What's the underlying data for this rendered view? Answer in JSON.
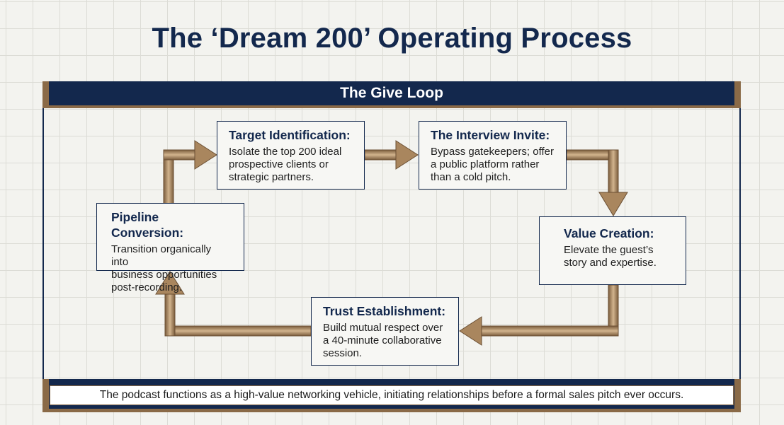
{
  "title": "The ‘Dream 200’ Operating Process",
  "loop_title": "The Give Loop",
  "steps": [
    {
      "title": "Target Identification:",
      "description": "Isolate the top 200 ideal\nprospective clients or\nstrategic partners."
    },
    {
      "title": "The Interview Invite:",
      "description": "Bypass gatekeepers; offer\na public platform rather\nthan a cold pitch."
    },
    {
      "title": "Value Creation:",
      "description": "Elevate the guest’s\nstory and expertise."
    },
    {
      "title": "Trust Establishment:",
      "description": "Build mutual respect over\na 40-minute collaborative\nsession."
    },
    {
      "title": "Pipeline Conversion:",
      "description": "Transition organically into\nbusiness opportunities\npost-recording."
    }
  ],
  "footer": "The podcast functions as a high-value networking vehicle, initiating relationships before a formal sales pitch ever occurs.",
  "colors": {
    "navy": "#13284d",
    "bronze": "#8a6a47",
    "arrow_light": "#c4a27a",
    "background": "#f3f3ef"
  }
}
